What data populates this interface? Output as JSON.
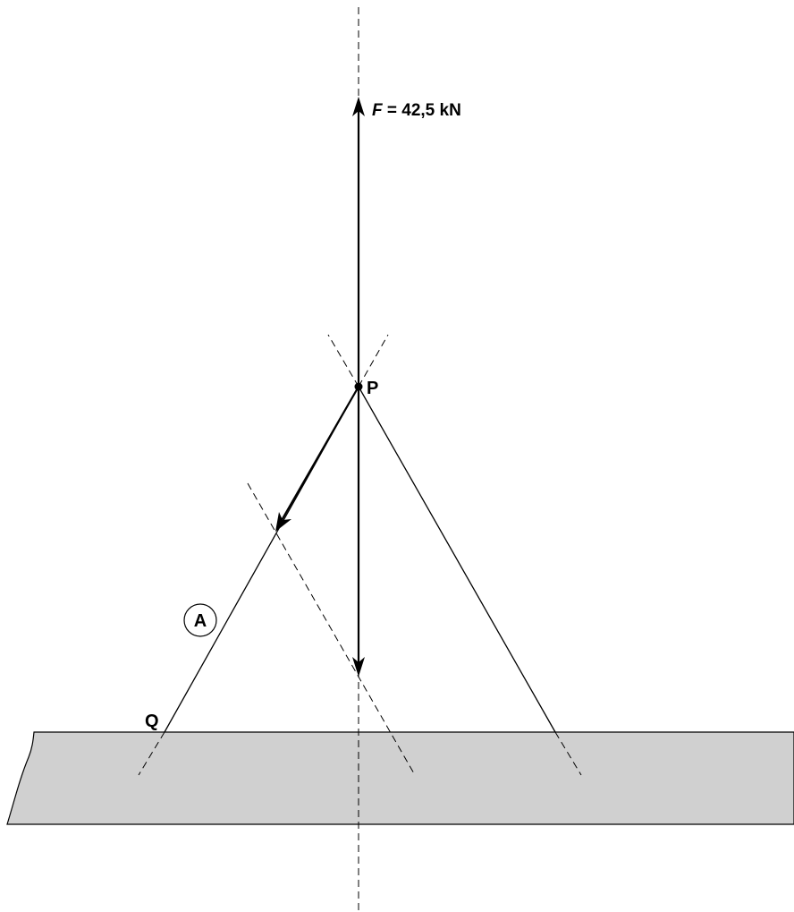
{
  "labels": {
    "force_symbol": "F",
    "force_value": " = 42,5 kN",
    "point_p": "P",
    "point_q": "Q",
    "member_a": "A"
  },
  "colors": {
    "ground_fill": "#d0d0d0",
    "stroke": "#000000",
    "background": "#ffffff"
  }
}
